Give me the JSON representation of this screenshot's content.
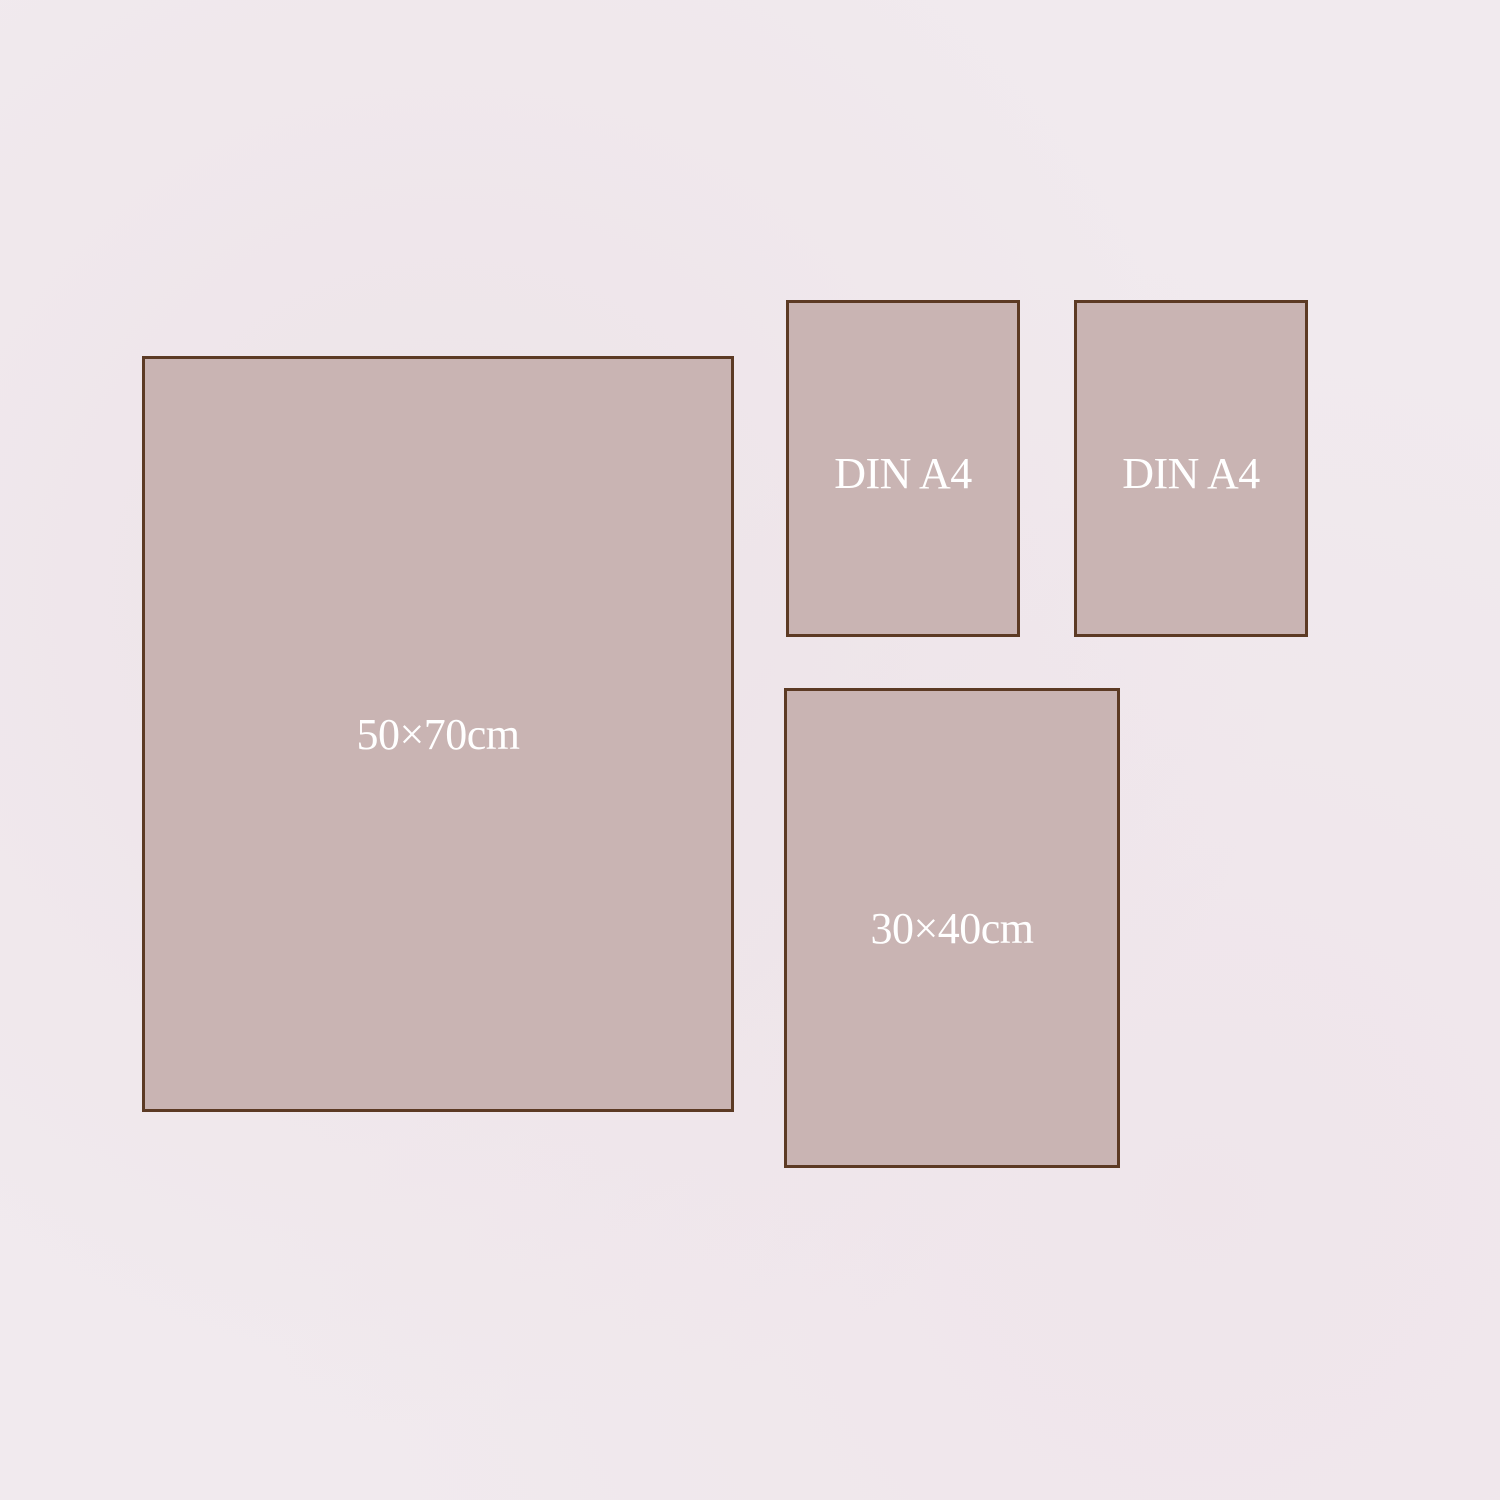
{
  "frames": [
    {
      "label": "50×70cm"
    },
    {
      "label": "DIN A4"
    },
    {
      "label": "DIN A4"
    },
    {
      "label": "30×40cm"
    }
  ],
  "colors": {
    "background": "#f1eaee",
    "frame_fill": "#c9b4b3",
    "frame_border": "#5c3a24",
    "label": "#ffffff"
  }
}
